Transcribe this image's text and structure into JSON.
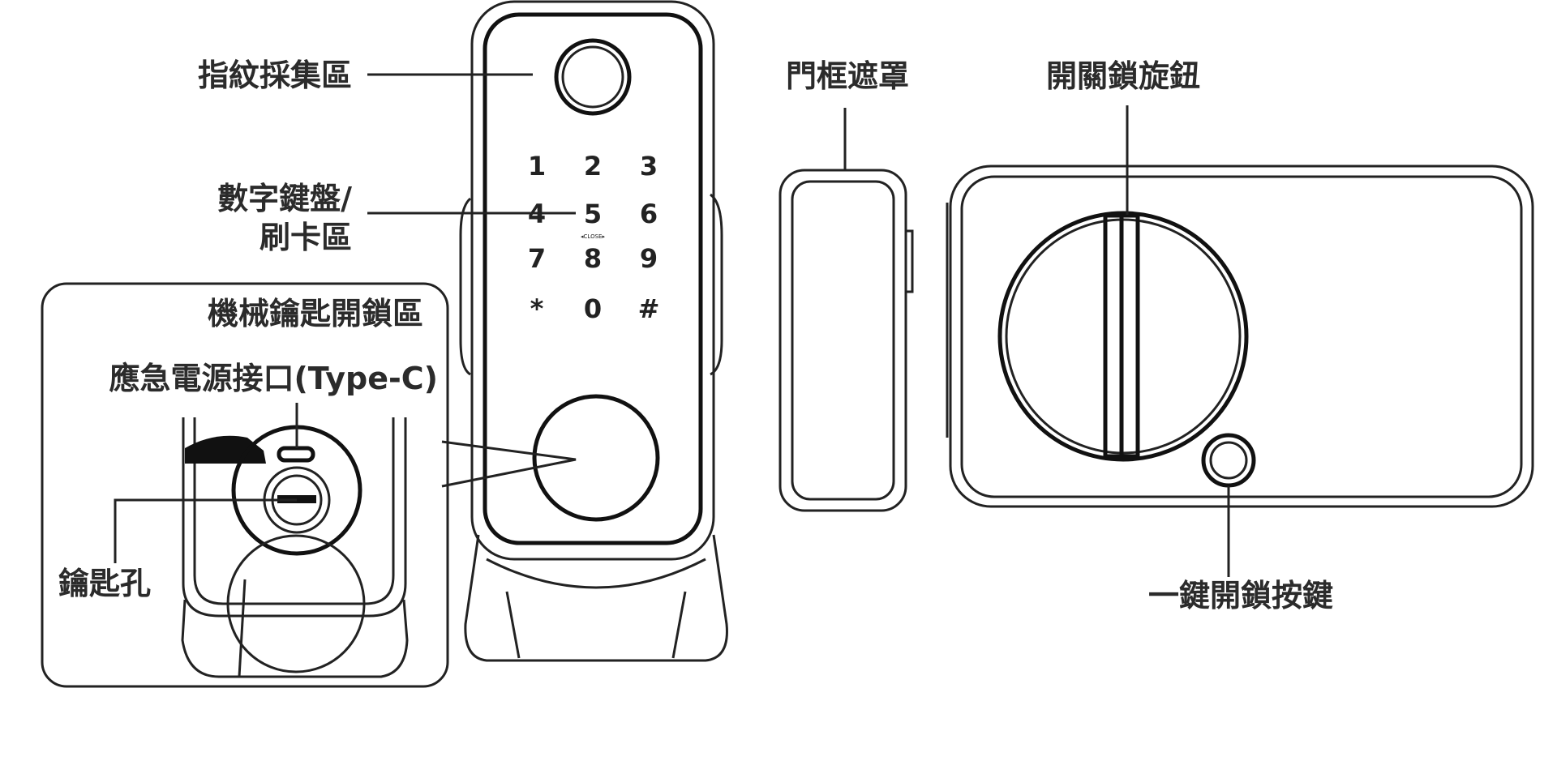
{
  "labels": {
    "fingerprint": "指紋採集區",
    "keypad_line1": "數字鍵盤/",
    "keypad_line2": "刷卡區",
    "mech_key_area": "機械鑰匙開鎖區",
    "emergency_port": "應急電源接口(Type-C)",
    "keyhole": "鑰匙孔",
    "door_frame_cover": "門框遮罩",
    "lock_knob": "開關鎖旋鈕",
    "one_touch_button": "一鍵開鎖按鍵"
  },
  "keypad": {
    "keys": [
      "1",
      "2",
      "3",
      "4",
      "5",
      "6",
      "7",
      "8",
      "9",
      "*",
      "0",
      "#"
    ],
    "key5_marker": "◂CLOSE▸"
  },
  "colors": {
    "line": "#222222",
    "text": "#2b2b2b",
    "background": "#ffffff"
  }
}
